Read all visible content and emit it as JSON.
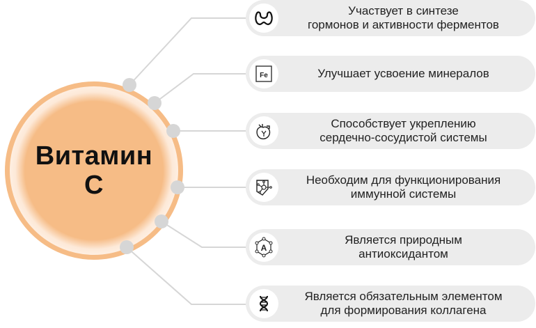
{
  "center": {
    "line1": "Витамин",
    "line2": "С",
    "fill_color": "#f6bc86",
    "ring_color": "#f6bc86"
  },
  "connector_color": "#d6d6d6",
  "pill_color": "#ececec",
  "benefits": [
    {
      "icon": "thyroid-icon",
      "text": "Участвует в синтезе\nгормонов и активности ферментов"
    },
    {
      "icon": "iron-element-icon",
      "text": "Улучшает усвоение минералов"
    },
    {
      "icon": "heart-icon",
      "text": "Способствует укреплению\nсердечно-сосудистой системы"
    },
    {
      "icon": "immune-shield-icon",
      "text": "Необходим для функционирования\nиммунной системы"
    },
    {
      "icon": "antioxidant-icon",
      "text": "Является природным\nантиоксидантом"
    },
    {
      "icon": "dna-icon",
      "text": "Является обязательным элементом\nдля формирования коллагена"
    }
  ],
  "icons": {
    "iron_symbol": "Fe",
    "antioxidant_letter": "A"
  }
}
